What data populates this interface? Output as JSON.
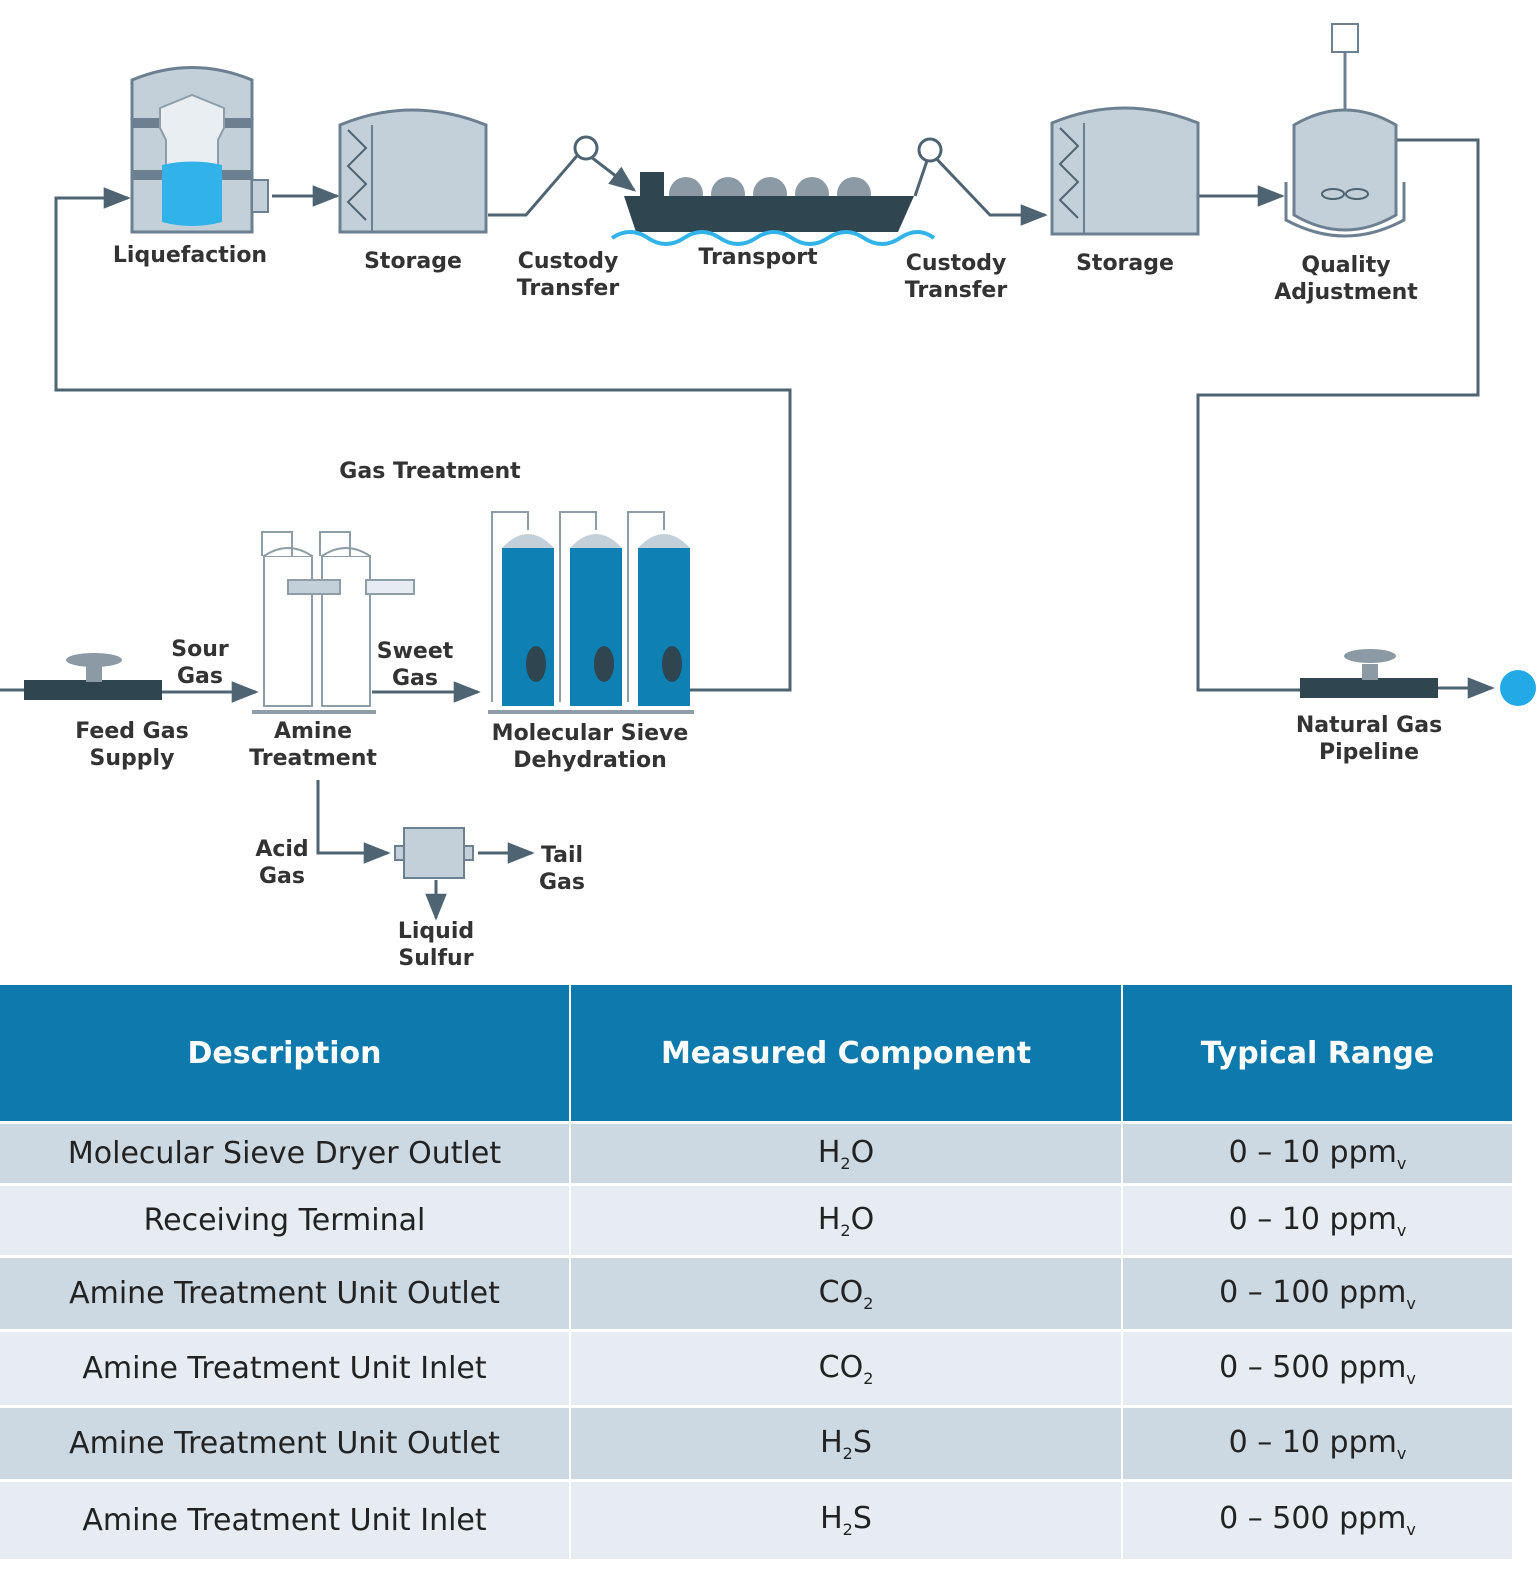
{
  "diagram": {
    "labels": {
      "liquefaction": "Liquefaction",
      "storage_1": "Storage",
      "custody_transfer_1": "Custody\nTransfer",
      "transport": "Transport",
      "custody_transfer_2": "Custody\nTransfer",
      "storage_2": "Storage",
      "quality_adjustment": "Quality\nAdjustment",
      "gas_treatment": "Gas Treatment",
      "sour_gas": "Sour\nGas",
      "sweet_gas": "Sweet\nGas",
      "feed_gas_supply": "Feed Gas\nSupply",
      "amine_treatment": "Amine\nTreatment",
      "molecular_sieve_dehydration": "Molecular Sieve\nDehydration",
      "natural_gas_pipeline": "Natural Gas\nPipeline",
      "acid_gas": "Acid\nGas",
      "tail_gas": "Tail\nGas",
      "liquid_sulfur": "Liquid\nSulfur"
    },
    "colors": {
      "vessel_fill": "#c3d0da",
      "vessel_stroke": "#6c8091",
      "liquid": "#31b3ea",
      "sieve_blue": "#0f80b4",
      "ship": "#2f4550",
      "line": "#4e6472",
      "endpoint": "#22a9e6"
    }
  },
  "table": {
    "headers": [
      "Description",
      "Measured Component",
      "Typical Range"
    ],
    "rows": [
      {
        "description": "Molecular Sieve Dryer Outlet",
        "component": "H",
        "component_sub": "2",
        "component_tail": "O",
        "range": "0 – 10 ppm",
        "range_sub": "v"
      },
      {
        "description": "Receiving Terminal",
        "component": "H",
        "component_sub": "2",
        "component_tail": "O",
        "range": "0 – 10 ppm",
        "range_sub": "v"
      },
      {
        "description": "Amine Treatment Unit Outlet",
        "component": "CO",
        "component_sub": "2",
        "component_tail": "",
        "range": "0 – 100 ppm",
        "range_sub": "v"
      },
      {
        "description": "Amine Treatment Unit Inlet",
        "component": "CO",
        "component_sub": "2",
        "component_tail": "",
        "range": "0 – 500 ppm",
        "range_sub": "v"
      },
      {
        "description": "Amine Treatment Unit Outlet",
        "component": "H",
        "component_sub": "2",
        "component_tail": "S",
        "range": "0 – 10 ppm",
        "range_sub": "v"
      },
      {
        "description": "Amine Treatment Unit Inlet",
        "component": "H",
        "component_sub": "2",
        "component_tail": "S",
        "range": "0 – 500 ppm",
        "range_sub": "v"
      }
    ]
  }
}
